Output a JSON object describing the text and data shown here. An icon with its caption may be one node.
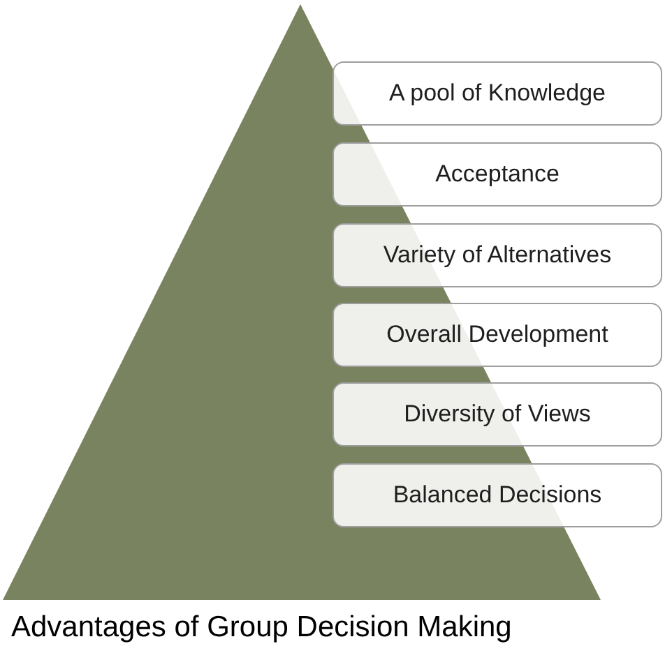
{
  "diagram": {
    "caption": "Advantages of Group Decision Making",
    "nodes": [
      {
        "text": [
          "A pool of Knowledge"
        ]
      },
      {
        "text": [
          "Acceptance"
        ]
      },
      {
        "text": [
          "Variety of Alternatives"
        ]
      },
      {
        "text": [
          "Overall Development"
        ]
      },
      {
        "text": [
          "Diversity of Views"
        ]
      },
      {
        "text": [
          "Balanced Decisions"
        ]
      }
    ]
  }
}
